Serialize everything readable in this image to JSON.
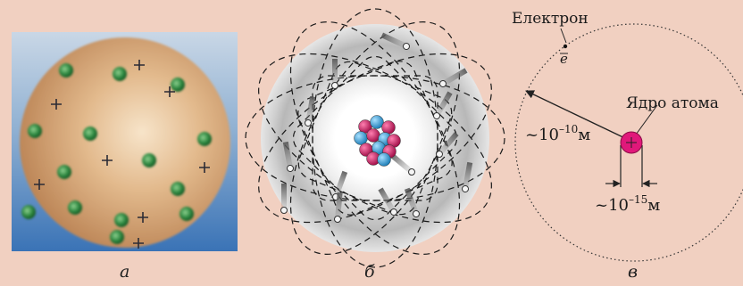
{
  "panels": {
    "a": {
      "caption": "а"
    },
    "b": {
      "caption": "б"
    },
    "c": {
      "caption": "в",
      "electron_label": "Електрон",
      "electron_symbol": "e",
      "nucleus_label": "Ядро атома",
      "atom_size": {
        "base": "~10",
        "exp": "–10",
        "unit": "м"
      },
      "nucleus_size": {
        "base": "~10",
        "exp": "–15",
        "unit": "м"
      }
    }
  },
  "colors": {
    "background": "#f1d0c1",
    "pudding_sphere": "#d9aa7a",
    "pudding_frame": "#3e79b8",
    "electron_green": "#2f8a42",
    "proton": "#c8185a",
    "neutron": "#3aa3d8",
    "nucleus_c": "#e0187a"
  }
}
